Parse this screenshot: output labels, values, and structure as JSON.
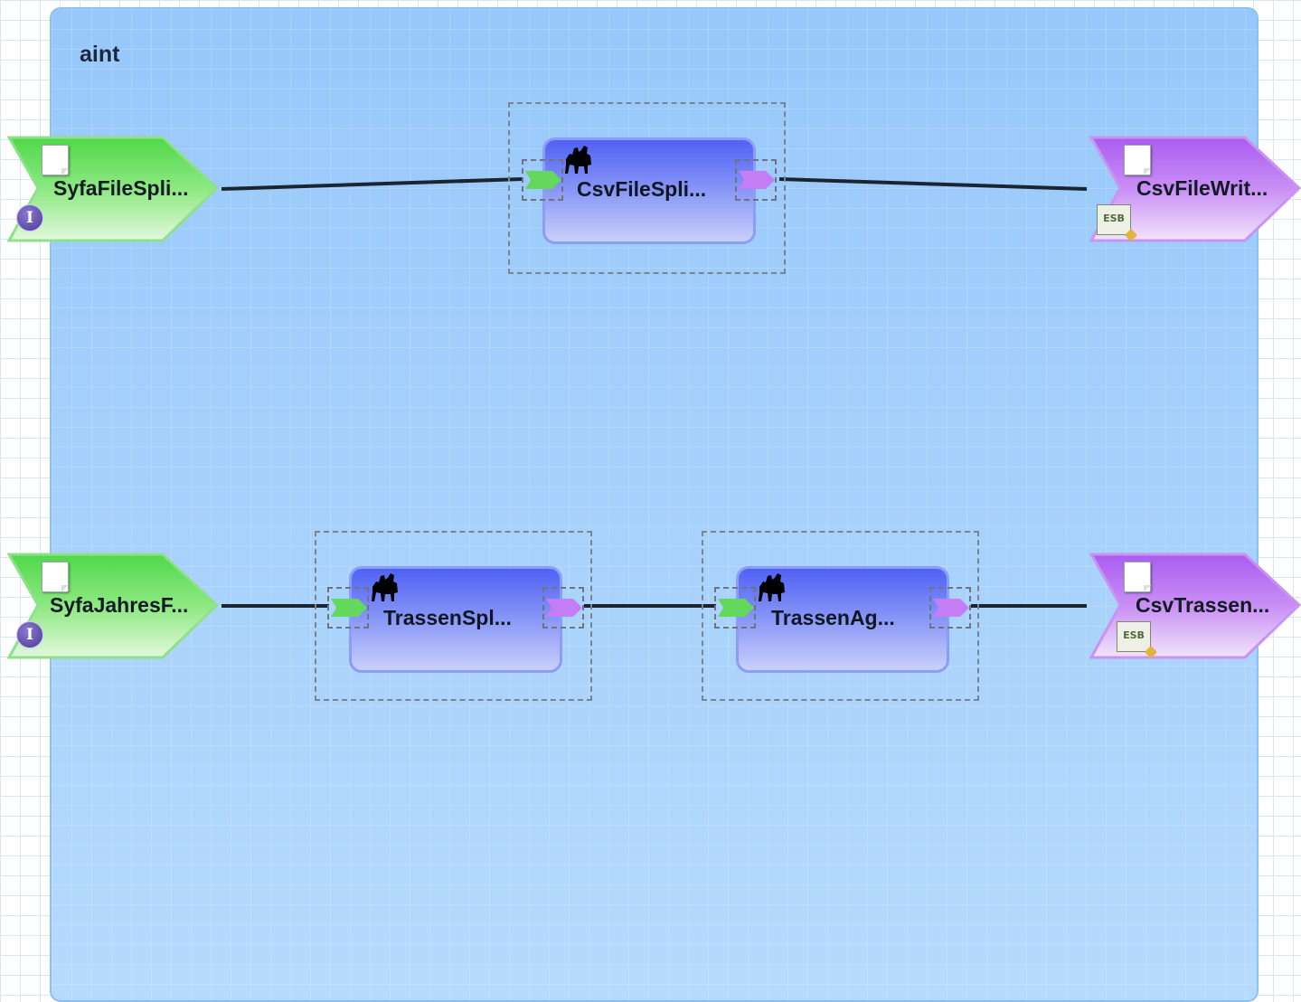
{
  "composite": {
    "label": "aint"
  },
  "services": [
    {
      "id": "svc1",
      "label": "SyfaFileSpli...",
      "color": "green"
    },
    {
      "id": "svc2",
      "label": "SyfaJahresF...",
      "color": "green"
    }
  ],
  "references": [
    {
      "id": "ref1",
      "label": "CsvFileWrit...",
      "color": "purple",
      "binding_icon": "esb-binding-icon",
      "binding_text": "ESB"
    },
    {
      "id": "ref2",
      "label": "CsvTrassen...",
      "color": "purple",
      "binding_icon": "esb-binding-icon",
      "binding_text": "ESB"
    }
  ],
  "components": [
    {
      "id": "comp1",
      "label": "CsvFileSpli...",
      "icon": "camel-icon"
    },
    {
      "id": "comp2",
      "label": "TrassenSpl...",
      "icon": "camel-icon"
    },
    {
      "id": "comp3",
      "label": "TrassenAg...",
      "icon": "camel-icon"
    }
  ],
  "colors": {
    "service_green": "#5fdb5b",
    "reference_purple": "#b56cf3",
    "component_blue": "#5367f5",
    "composite_bg": "#9ccbfb",
    "wire": "#1b2530"
  },
  "icons": [
    "document-icon",
    "interface-icon",
    "camel-icon",
    "esb-binding-icon"
  ]
}
